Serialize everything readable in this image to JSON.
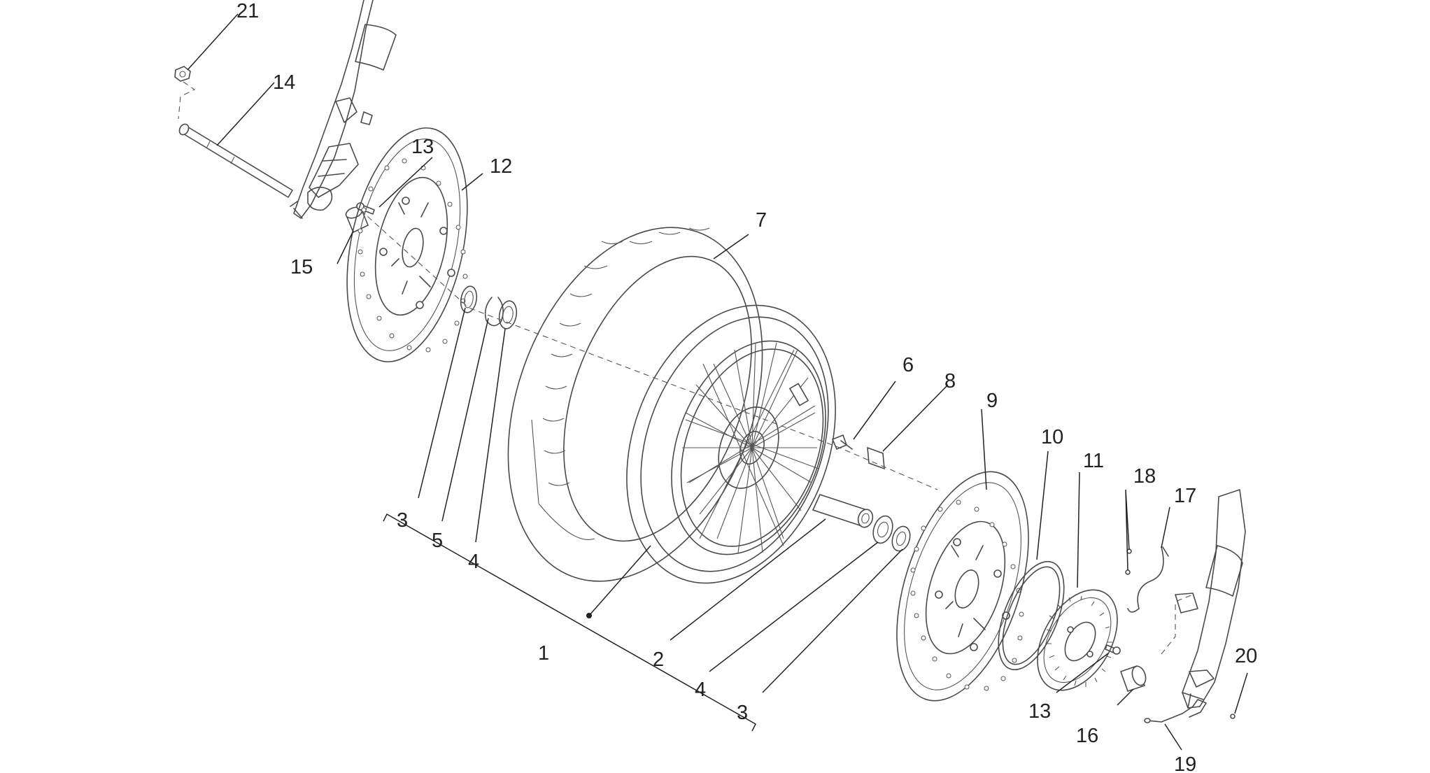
{
  "callouts": {
    "c1": "1",
    "c2": "2",
    "c3a": "3",
    "c3b": "3",
    "c4a": "4",
    "c4b": "4",
    "c5": "5",
    "c6": "6",
    "c7": "7",
    "c8": "8",
    "c9": "9",
    "c10": "10",
    "c11": "11",
    "c12": "12",
    "c13a": "13",
    "c13b": "13",
    "c14": "14",
    "c15": "15",
    "c16": "16",
    "c17": "17",
    "c18": "18",
    "c19": "19",
    "c20": "20",
    "c21": "21"
  },
  "colors": {
    "line": "#4a4a4a",
    "text": "#222222",
    "background": "#ffffff"
  }
}
